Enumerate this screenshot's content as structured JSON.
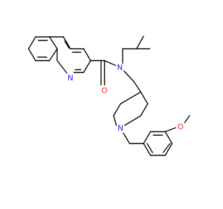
{
  "molecule": {
    "atoms": [
      {
        "id": "n-quinoline",
        "label": "N",
        "color": "#2020ff"
      },
      {
        "id": "o-carbonyl",
        "label": "O",
        "color": "#ff2020"
      },
      {
        "id": "n-amide",
        "label": "N",
        "color": "#2020ff"
      },
      {
        "id": "n-piperidine",
        "label": "N",
        "color": "#2020ff"
      },
      {
        "id": "o-methoxy",
        "label": "O",
        "color": "#ff2020"
      }
    ]
  }
}
